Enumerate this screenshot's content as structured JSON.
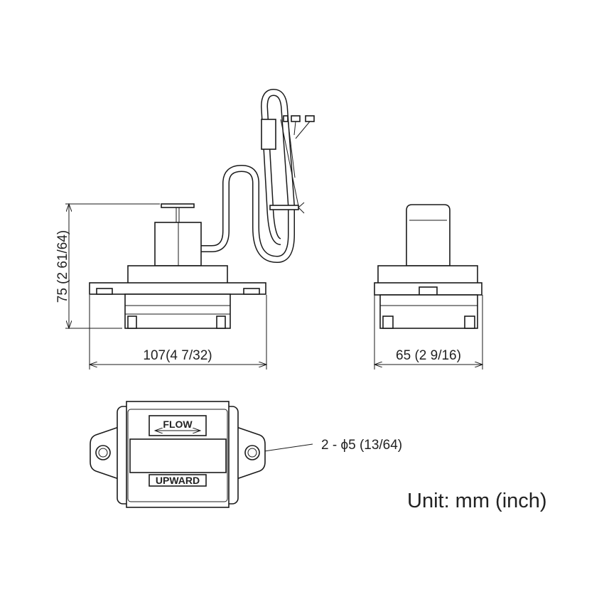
{
  "dimensions": {
    "height": "75 (2 61/64)",
    "width_front": "107(4 7/32)",
    "width_side": "65 (2 9/16)",
    "holes": "2 - ϕ5 (13/64)"
  },
  "panel_labels": {
    "flow": "FLOW",
    "upward": "UPWARD"
  },
  "unit_note": "Unit: mm (inch)",
  "colors": {
    "line": "#1a1a1a",
    "background": "#ffffff"
  }
}
